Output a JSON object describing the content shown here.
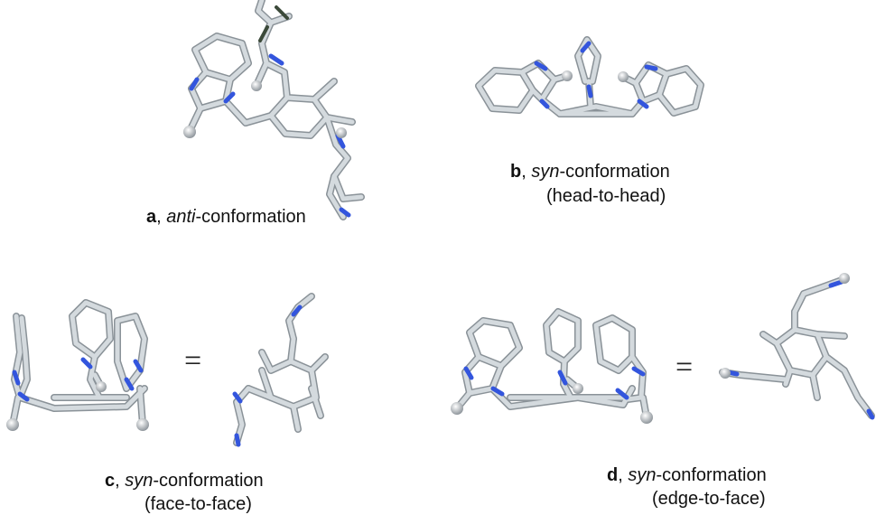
{
  "panels": [
    {
      "id": "a",
      "letter": "a",
      "italic": "anti",
      "rest": "-conformation",
      "sub": ""
    },
    {
      "id": "b",
      "letter": "b",
      "italic": "syn",
      "rest": "-conformation",
      "sub": "(head-to-head)"
    },
    {
      "id": "c",
      "letter": "c",
      "italic": "syn",
      "rest": "-conformation",
      "sub": "(face-to-face)"
    },
    {
      "id": "d",
      "letter": "d",
      "italic": "syn",
      "rest": "-conformation",
      "sub": "(edge-to-face)"
    }
  ],
  "equals_symbol": "=",
  "colors": {
    "bond": "#d4dade",
    "bond_edge": "#8a9298",
    "nitrogen": "#3355dd",
    "carbon_dark": "#3c4a3a",
    "atom": "#c8ccd0"
  }
}
